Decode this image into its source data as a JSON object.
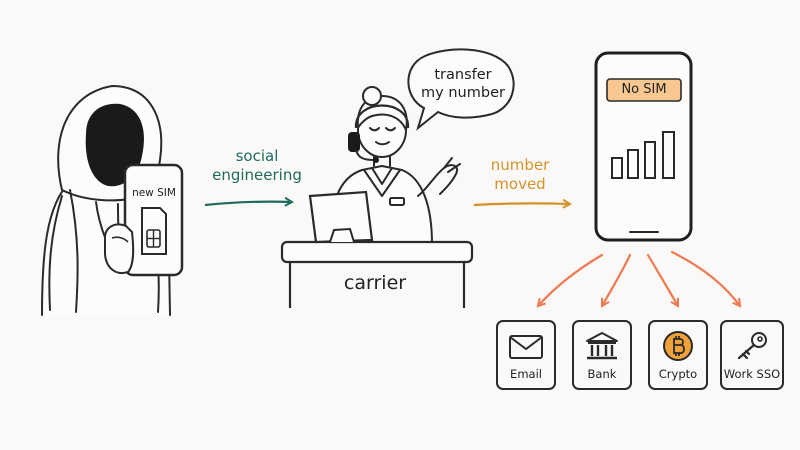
{
  "phone_card": {
    "label": "new SIM"
  },
  "arrow1": {
    "line1": "social",
    "line2": "engineering",
    "color": "#1f6b5e"
  },
  "speech_bubble": {
    "line1": "transfer",
    "line2": "my number"
  },
  "counter": {
    "label": "carrier"
  },
  "arrow2": {
    "line1": "number",
    "line2": "moved",
    "color": "#d4922a"
  },
  "victim_phone": {
    "status": "No SIM",
    "status_bg": "#f8c890"
  },
  "service_arrow_color": "#ee7a52",
  "services": [
    {
      "label": "Email",
      "icon": "envelope-icon"
    },
    {
      "label": "Bank",
      "icon": "bank-icon"
    },
    {
      "label": "Crypto",
      "icon": "bitcoin-icon"
    },
    {
      "label": "Work SSO",
      "icon": "key-icon"
    }
  ]
}
